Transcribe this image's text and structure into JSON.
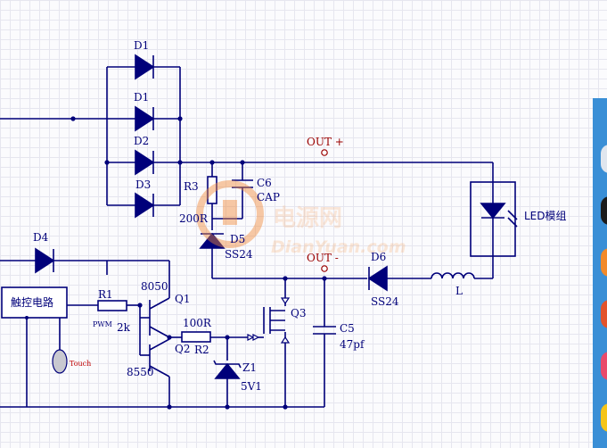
{
  "diagram": {
    "labels": {
      "d1a": "D1",
      "d1b": "D1",
      "d2": "D2",
      "d3": "D3",
      "d4": "D4",
      "d5": "D5",
      "d5_part": "SS24",
      "d6": "D6",
      "d6_part": "SS24",
      "r3": "R3",
      "r3_value": "200R",
      "c6": "C6",
      "c6_value": "CAP",
      "out_plus": "OUT +",
      "out_minus": "OUT -",
      "led_module": "LED模组",
      "inductor": "L",
      "touch_block": "触控电路",
      "r1": "R1",
      "pwm": "PWM",
      "r1_value": "2k",
      "q1_part": "8050",
      "q1": "Q1",
      "q2": "Q2",
      "q2_part": "8550",
      "r2_value": "100R",
      "r2": "R2",
      "q3": "Q3",
      "c5": "C5",
      "c5_value": "47pf",
      "z1": "Z1",
      "z1_value": "5V1",
      "touch": "Touch"
    },
    "watermark": {
      "cn": "电源网",
      "en": "DianYuan.com"
    },
    "colors": {
      "wire": "#00007a",
      "label_red": "#9a0000",
      "grid": "#e6e6ef",
      "watermark": "#f3a46c",
      "side_panel": "#3a8fd6"
    }
  },
  "side_icons": [
    "globe-icon",
    "app-icon-dark",
    "app-icon-orange",
    "app-icon-red",
    "app-icon-pink",
    "app-icon-yellow"
  ]
}
